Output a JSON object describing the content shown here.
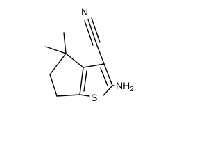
{
  "molecule": {
    "atoms": {
      "nitrogen": "N",
      "amine_h": "H",
      "amine_subscript": "2",
      "sulfur": "S"
    },
    "colors": {
      "bond": "#000000",
      "label": "#000000",
      "background": "#ffffff"
    }
  }
}
